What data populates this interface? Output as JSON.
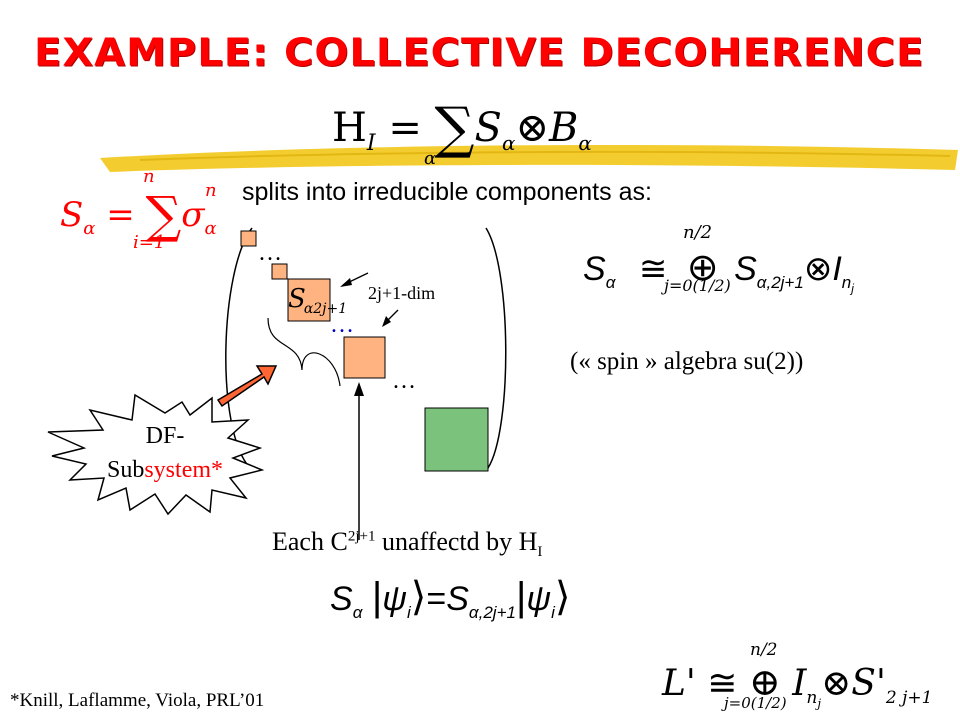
{
  "title": "Example: Collective Decoherence",
  "hamiltonian": {
    "lhs": "H",
    "lhs_sub": "I",
    "equals": "=",
    "sum": "∑",
    "sum_sub": "α",
    "term_S": "S",
    "term_S_sub": "α",
    "otimes": "⊗",
    "term_B": "B",
    "term_B_sub": "α"
  },
  "s_alpha_def": {
    "S": "S",
    "sub": "α",
    "equals": "=",
    "sum": "∑",
    "upper": "n",
    "lower": "i=1",
    "sigma": "σ",
    "sigma_sup": "n",
    "sigma_sub": "α"
  },
  "splits_text": "splits into irreducible components as:",
  "decomposition": {
    "S": "S",
    "sub": "α",
    "cong": "≅",
    "oplus": "⊕",
    "upper": "n/2",
    "lower": "j=0(1/2)",
    "S2": "S",
    "S2_sub": "α,2j+1",
    "otimes": "⊗",
    "I": "I",
    "I_sub": "n",
    "I_subsub": "j"
  },
  "spin_text": "(« spin » algebra su(2))",
  "block_label": {
    "S": "S",
    "sub": "α2j+1"
  },
  "dim_label": "2j+1-dim",
  "dots": [
    "…",
    "…",
    "…"
  ],
  "df_label": {
    "line1": "DF-",
    "line2_black": "Sub",
    "line2_red": "system*"
  },
  "unaffected": {
    "prefix": "Each C",
    "sup": "2j+1",
    "middle": " unaffectd  by H",
    "sub": "I"
  },
  "state_eq": {
    "S": "S",
    "sub": "α",
    "ket": "ψ",
    "ket_sub": "i",
    "equals": "=",
    "S2": "S",
    "S2_sub": "α,2j+1"
  },
  "lprime_eq": {
    "L": "L'",
    "cong": "≅",
    "oplus": "⊕",
    "upper": "n/2",
    "lower": "j=0(1/2)",
    "I": "I",
    "I_sub": "n",
    "I_subsub": "j",
    "otimes": "⊗",
    "S": "S'",
    "S_sub": "2 j+1"
  },
  "footnote": "*Knill, Laflamme, Viola, PRL’01",
  "colors": {
    "title": "#ff0000",
    "block": "#ffb380",
    "big_block": "#7bc27d",
    "arrow": "#ff6633",
    "brush": "#f2c81a",
    "dots_blue": "#0000cc"
  }
}
